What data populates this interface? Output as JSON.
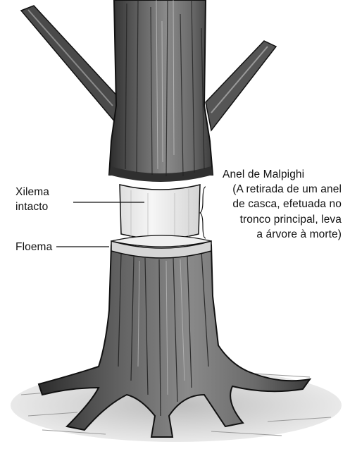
{
  "colors": {
    "background": "#ffffff",
    "bark_dark": "#3a3a3a",
    "bark_mid": "#6e6e6e",
    "bark_light": "#b8b8b8",
    "xylem": "#f2f2f2",
    "ink": "#111111"
  },
  "labels": {
    "xilema": [
      "Xilema",
      "intacto"
    ],
    "floema": "Floema",
    "anel_title": "Anel de Malpighi",
    "anel_description": [
      "(A retirada de um anel",
      "de casca, efetuada no",
      "tronco principal, leva",
      "a árvore à morte)"
    ]
  }
}
